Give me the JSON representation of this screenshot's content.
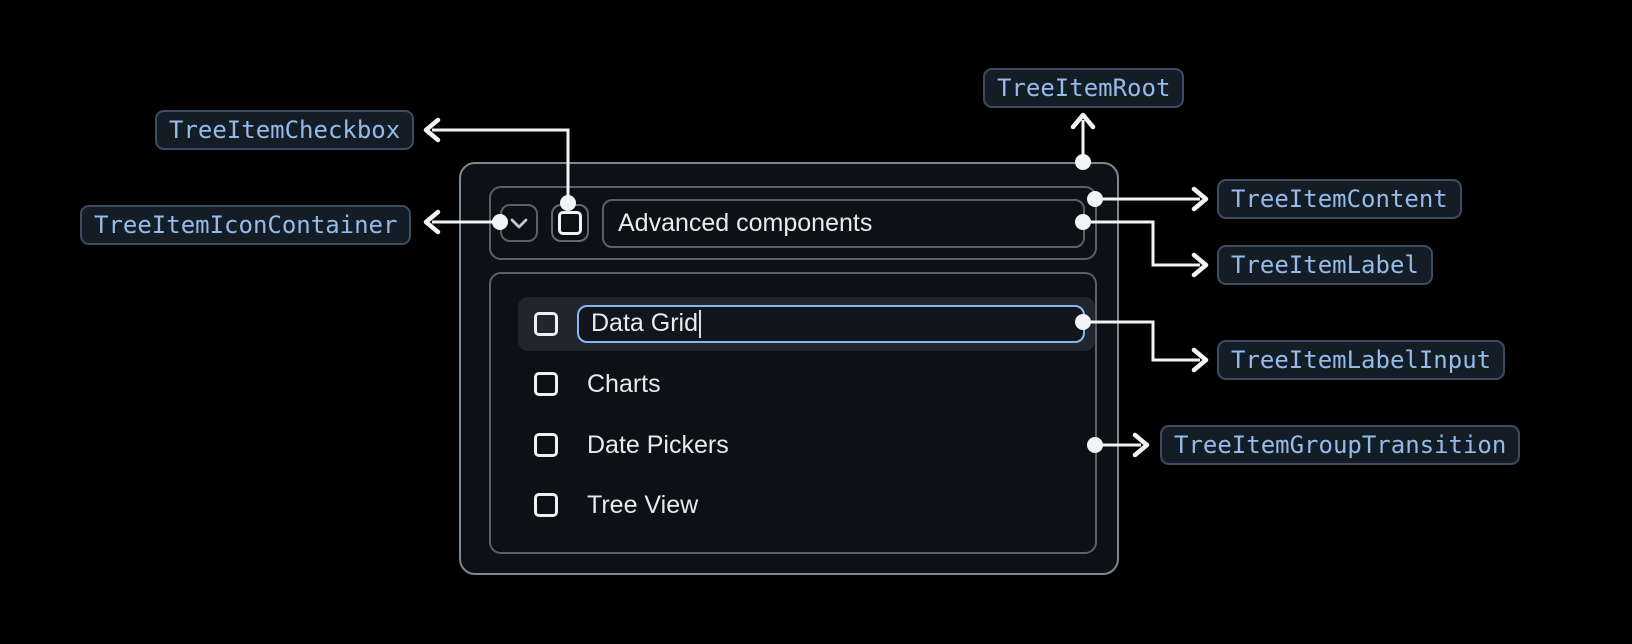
{
  "chips": {
    "root": "TreeItemRoot",
    "checkbox": "TreeItemCheckbox",
    "iconContainer": "TreeItemIconContainer",
    "content": "TreeItemContent",
    "label": "TreeItemLabel",
    "labelInput": "TreeItemLabelInput",
    "groupTransition": "TreeItemGroupTransition"
  },
  "tree": {
    "parentLabel": "Advanced components",
    "editingValue": "Data Grid",
    "items": [
      "Charts",
      "Date Pickers",
      "Tree View"
    ]
  },
  "icons": {
    "expand": "chevron-down",
    "checkbox": "checkbox-unchecked",
    "cursor": "text-caret"
  },
  "colors": {
    "background": "#000000",
    "surface": "#0d1014",
    "surfaceBorder": "#5a6069",
    "rootBorder": "#80868e",
    "highlightRow": "#20262e",
    "inputBorder": "#8ab4f8",
    "inputBackground": "#12161b",
    "chipBackground": "#141c26",
    "chipBorder": "#3d4c61",
    "chipText": "#94bbe9",
    "text": "#e8eaed",
    "connector": "#f1f3f4"
  }
}
